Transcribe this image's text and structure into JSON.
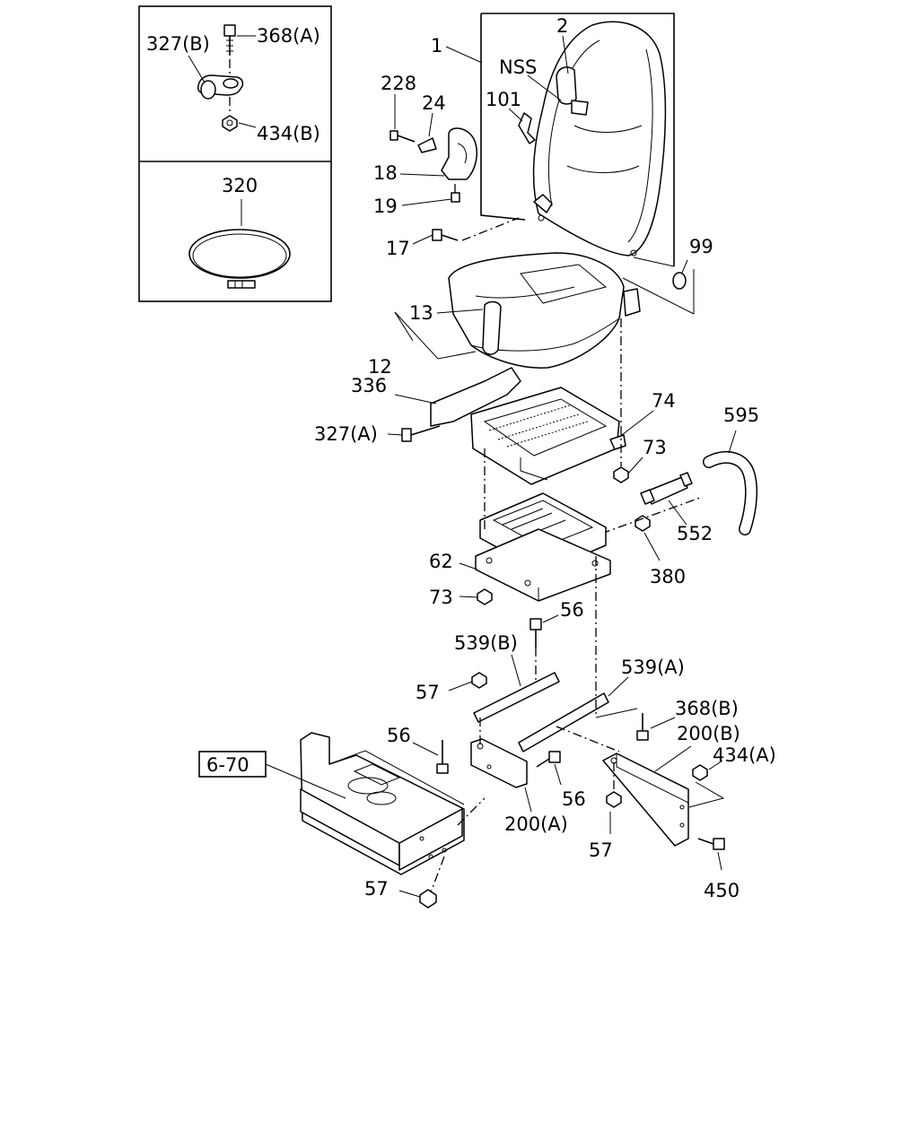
{
  "callouts": {
    "p1": "1",
    "p2": "2",
    "nss": "NSS",
    "p101": "101",
    "p228": "228",
    "p24": "24",
    "p18": "18",
    "p19": "19",
    "p17": "17",
    "p99": "99",
    "p13": "13",
    "p12": "12",
    "p336": "336",
    "p327a": "327(A)",
    "p74": "74",
    "p73a": "73",
    "p595": "595",
    "p552": "552",
    "p380": "380",
    "p62": "62",
    "p73b": "73",
    "p56a": "56",
    "p539b": "539(B)",
    "p57a": "57",
    "p539a": "539(A)",
    "p368b": "368(B)",
    "p200b": "200(B)",
    "p434a": "434(A)",
    "p56b": "56",
    "p670": "6-70",
    "p56c": "56",
    "p200a": "200(A)",
    "p57b": "57",
    "p450": "450",
    "p57c": "57"
  },
  "inset_top": {
    "p327b": "327(B)",
    "p368a": "368(A)",
    "p434b": "434(B)"
  },
  "inset_bottom": {
    "p320": "320"
  }
}
